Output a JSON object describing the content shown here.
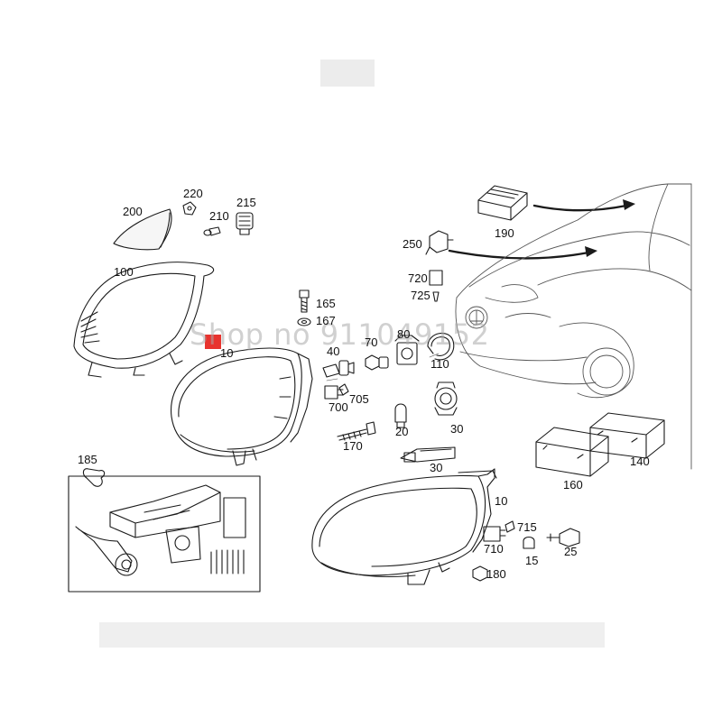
{
  "callouts": [
    {
      "id": "200",
      "text": "200"
    },
    {
      "id": "220",
      "text": "220"
    },
    {
      "id": "210",
      "text": "210"
    },
    {
      "id": "215",
      "text": "215"
    },
    {
      "id": "100",
      "text": "100"
    },
    {
      "id": "165",
      "text": "165"
    },
    {
      "id": "167",
      "text": "167"
    },
    {
      "id": "10a",
      "text": "10"
    },
    {
      "id": "40",
      "text": "40"
    },
    {
      "id": "70",
      "text": "70"
    },
    {
      "id": "80",
      "text": "80"
    },
    {
      "id": "110",
      "text": "110"
    },
    {
      "id": "705",
      "text": "705"
    },
    {
      "id": "700",
      "text": "700"
    },
    {
      "id": "20",
      "text": "20"
    },
    {
      "id": "30a",
      "text": "30"
    },
    {
      "id": "170",
      "text": "170"
    },
    {
      "id": "30b",
      "text": "30"
    },
    {
      "id": "190",
      "text": "190"
    },
    {
      "id": "250",
      "text": "250"
    },
    {
      "id": "720",
      "text": "720"
    },
    {
      "id": "725",
      "text": "725"
    },
    {
      "id": "140",
      "text": "140"
    },
    {
      "id": "160",
      "text": "160"
    },
    {
      "id": "185",
      "text": "185"
    },
    {
      "id": "10b",
      "text": "10"
    },
    {
      "id": "715",
      "text": "715"
    },
    {
      "id": "710",
      "text": "710"
    },
    {
      "id": "25",
      "text": "25"
    },
    {
      "id": "15",
      "text": "15"
    },
    {
      "id": "180",
      "text": "180"
    }
  ],
  "watermark": "Shop no 911049152",
  "colors": {
    "line": "#1a1a1a",
    "marker": "#e8332e",
    "watermark": "#aaaaaa"
  }
}
